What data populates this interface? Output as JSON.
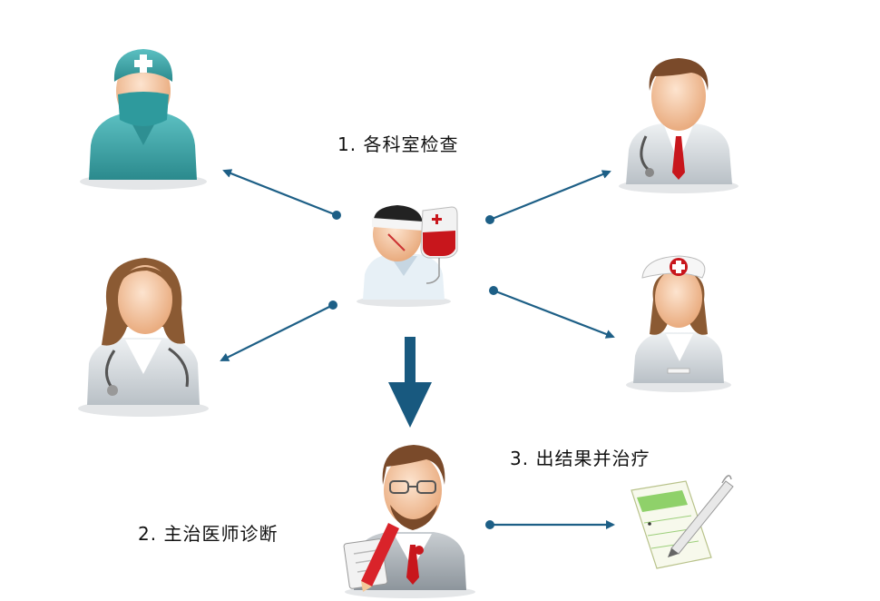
{
  "steps": {
    "step1": "1.  各科室检查",
    "step2": "2.  主治医师诊断",
    "step3": "3.  出结果并治疗"
  },
  "colors": {
    "arrow": "#1d5f86",
    "big_arrow": "#18597f",
    "skin": "#f6c9a4",
    "coat": "#d8dde2",
    "surgeon": "#3ba3a6",
    "hair_brown": "#7a4a2a",
    "tie": "#c8161c"
  },
  "icons": {
    "patient": "patient-with-iv-bag-icon",
    "surgeon": "surgeon-icon",
    "male_doctor": "male-doctor-icon",
    "female_doctor": "female-doctor-icon",
    "nurse": "nurse-icon",
    "chief_doctor": "chief-doctor-icon",
    "report": "report-with-pen-icon"
  }
}
